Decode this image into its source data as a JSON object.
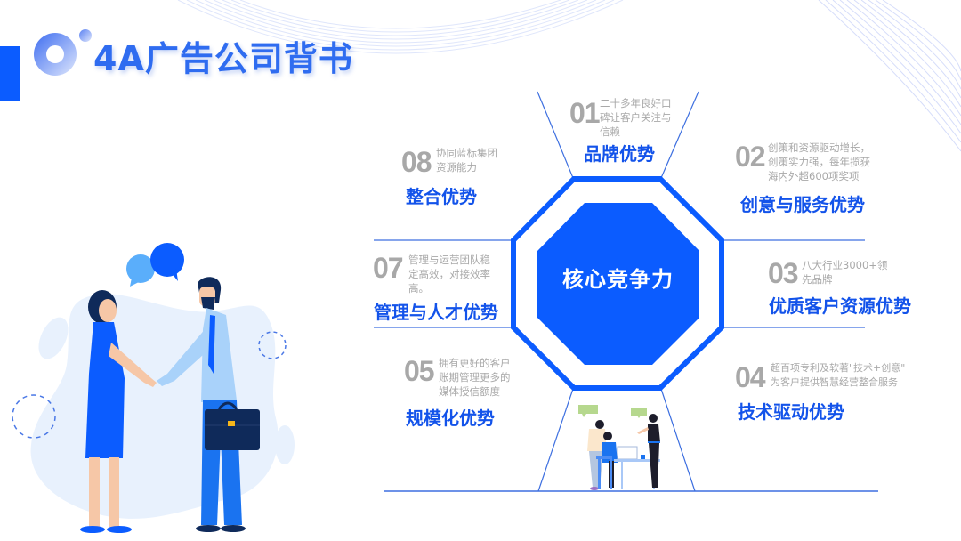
{
  "header": {
    "title": "4A广告公司背书"
  },
  "core": {
    "label": "核心竞争力",
    "color": "#0b5cff"
  },
  "advantages": [
    {
      "number": "01",
      "description": "二十多年良好口碑让客户关注与信赖",
      "desc_lines": [
        "二十多年良好口",
        "碑让客户关注与",
        "信赖"
      ],
      "title": "品牌优势"
    },
    {
      "number": "02",
      "description": "创策和资源驱动增长，创策实力强，每年揽获海内外超600项奖项",
      "desc_lines": [
        "创策和资源驱动增长，",
        "创策实力强，每年揽获",
        "海内外超600项奖项"
      ],
      "title": "创意与服务优势"
    },
    {
      "number": "03",
      "description": "八大行业3000+领先品牌",
      "desc_lines": [
        "八大行业3000+领",
        "先品牌"
      ],
      "title": "优质客户资源优势"
    },
    {
      "number": "04",
      "description": "超百项专利及软著\"技术+创意\"为客户提供智慧经营整合服务",
      "desc_lines": [
        "超百项专利及软著\"技术+创意\"",
        "为客户提供智慧经营整合服务"
      ],
      "title": "技术驱动优势"
    },
    {
      "number": "05",
      "description": "拥有更好的客户账期管理更多的媒体授信额度",
      "desc_lines": [
        "拥有更好的客户",
        "账期管理更多的",
        "媒体授信额度"
      ],
      "title": "规模化优势"
    },
    {
      "number": "07",
      "description": "管理与运营团队稳定高效，对接效率高。",
      "desc_lines": [
        "管理与运营团队稳",
        "定高效，对接效率",
        "高。"
      ],
      "title": "管理与人才优势"
    },
    {
      "number": "08",
      "description": "协同蓝标集团资源能力",
      "desc_lines": [
        "协同蓝标集团",
        "资源能力"
      ],
      "title": "整合优势"
    }
  ],
  "colors": {
    "primary_blue": "#0b5cff",
    "title_blue": "#2f6cf0",
    "heading_blue": "#1353ea",
    "number_gray": "#a8a8a8",
    "line_blue": "#3d6fe0"
  },
  "illustrations": {
    "left": "handshake-business-people",
    "bottom_center": "team-meeting-at-desk"
  }
}
